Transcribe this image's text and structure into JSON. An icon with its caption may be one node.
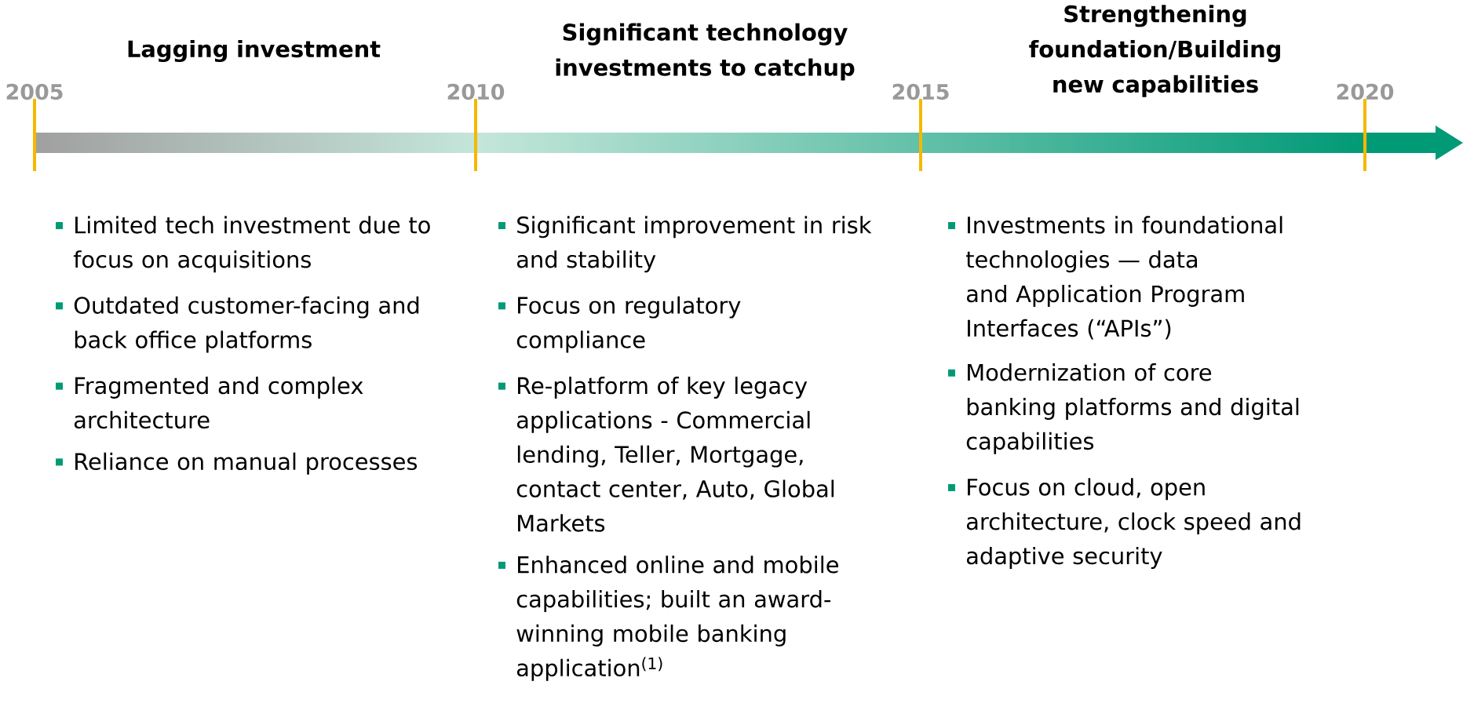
{
  "diagram": {
    "labels": [
      "2005",
      "2010",
      "2015",
      "2020",
      "Lagging investment",
      "Significant technology investments to catchup",
      "Strengthening foundation/Building new capabilities",
      "Limited tech investment due to focus on acquisitions",
      "Outdated customer-facing and back office platforms",
      "Fragmented and complex architecture",
      "Reliance on manual processes",
      "Significant improvement in risk and stability",
      "Focus on regulatory compliance",
      "Re-platform of key legacy applications - Commercial lending, Teller, Mortgage, contact center, Auto, Global Markets",
      "Enhanced online and mobile capabilities; built an award-winning mobile banking application$^{(1)}$",
      "Investments in foundational technologies — data and Application Program Interfaces (“APIs”)",
      "Modernization of core banking platforms and digital capabilities",
      "Focus on cloud, open architecture, clock speed and adaptive security"
    ]
  }
}
